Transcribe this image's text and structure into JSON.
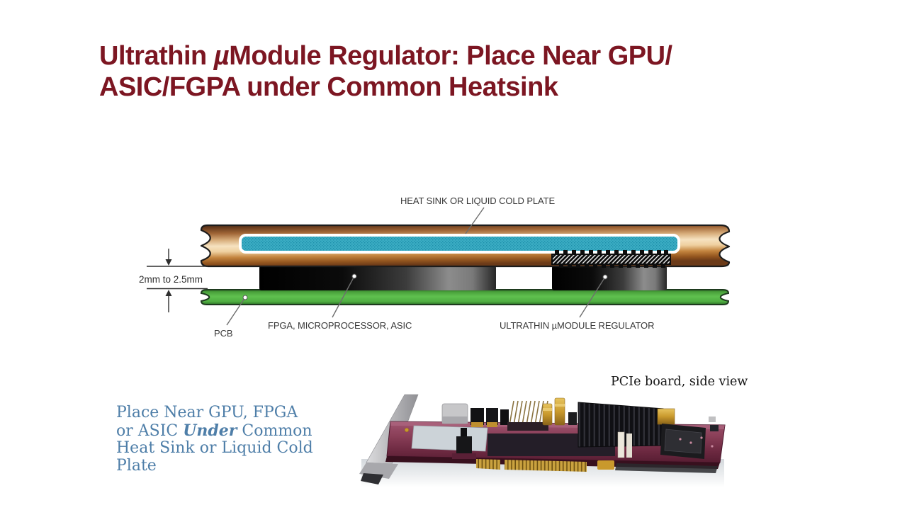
{
  "slide": {
    "background": "#ffffff",
    "title": {
      "line1_pre": "Ultrathin ",
      "mu": "µ",
      "line1_post": "Module Regulator: Place Near GPU/",
      "line2": "ASIC/FGPA under Common Heatsink",
      "color": "#7c1622"
    }
  },
  "diagram": {
    "label_heatsink": "HEAT SINK OR LIQUID COLD PLATE",
    "label_component": "FPGA, MICROPROCESSOR, ASIC",
    "label_regulator": "ULTRATHIN µMODULE REGULATOR",
    "label_pcb": "PCB",
    "label_gap": "2mm to 2.5mm",
    "colors": {
      "copper_light": "#f6e2c0",
      "copper_dark": "#6b3a18",
      "thermal_pad_teal": "#3bacc3",
      "pcb_green": "#5fc04f",
      "component_black": "#111111",
      "label_text": "#383838"
    }
  },
  "photo": {
    "caption": "PCIe board, side view",
    "board_color": "#823952",
    "gold_color": "#c9992c"
  },
  "note": {
    "line1": "Place Near GPU, FPGA",
    "line2_pre": "or ASIC ",
    "line2_em": "Under",
    "line2_post": " Common",
    "line3": "Heat Sink or Liquid Cold",
    "line4": "Plate",
    "color": "#4e7ea8"
  }
}
